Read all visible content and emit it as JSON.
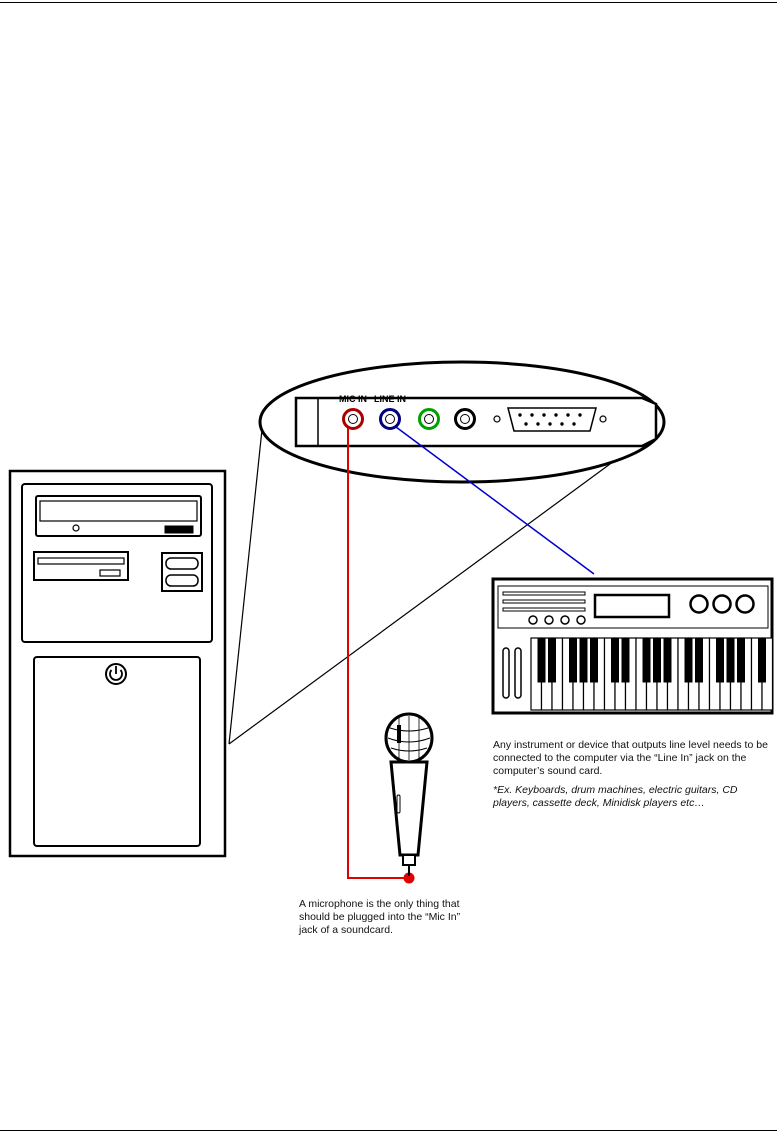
{
  "jacks": {
    "mic_in_label": "MIC IN",
    "line_in_label": "LINE IN"
  },
  "captions": {
    "line_in_text": "Any instrument or device that outputs line level needs to be connected to the computer via the “Line In” jack on the computer’s sound card.",
    "line_in_examples": "*Ex. Keyboards, drum machines, electric guitars, CD players, cassette deck, Minidisk players etc…",
    "mic_in_text": "A microphone is the only thing that should be plugged into the “Mic In” jack of a soundcard."
  },
  "colors": {
    "mic_cable": "#e00000",
    "line_cable": "#0000cc",
    "mic_jack": "#aa0000",
    "line_jack": "#000080",
    "green_jack": "#00a000"
  },
  "icons": [
    "computer-tower-icon",
    "power-icon",
    "sound-card-icon",
    "keyboard-synth-icon",
    "microphone-icon"
  ]
}
